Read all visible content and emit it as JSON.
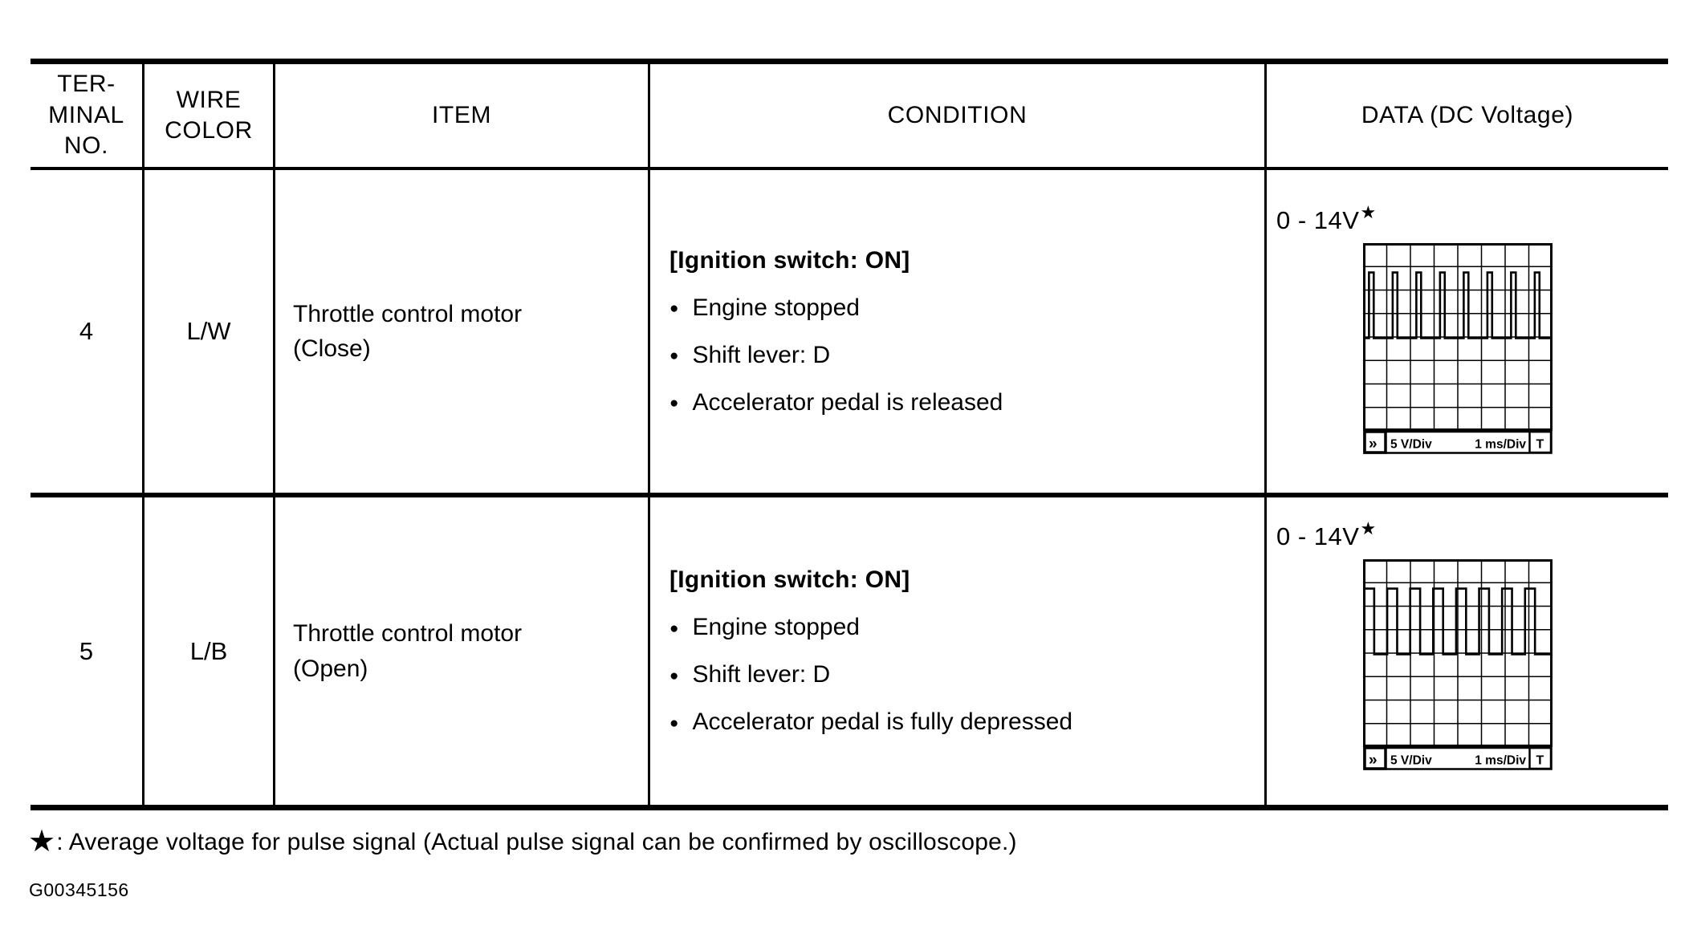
{
  "ink_color": "#000000",
  "ui": {
    "bullet": "●"
  },
  "table": {
    "header": {
      "terminal": "TER-\nMINAL\nNO.",
      "wire": "WIRE\nCOLOR",
      "item": "ITEM",
      "condition": "CONDITION",
      "data": "DATA (DC Voltage)"
    },
    "rows": [
      {
        "terminal_no": "4",
        "wire_color": "L/W",
        "item": "Throttle control motor\n(Close)",
        "condition_heading": "[Ignition switch: ON]",
        "conditions": [
          "Engine stopped",
          "Shift lever: D",
          "Accelerator pedal is released"
        ],
        "data_value": "0 - 14V",
        "data_star": "★",
        "scope": {
          "v_per_div": "5 V/Div",
          "time_per_div": "1 ms/Div",
          "left_marker": "»",
          "trigger_label": "T",
          "grid_cols": 8,
          "grid_rows": 8,
          "pulse_top_div": 1.25,
          "baseline_div": 4.05,
          "pulse_period_div": 1.0,
          "pulse_width_div": 0.2,
          "first_pulse_div": 0.25,
          "pulse_count": 8
        }
      },
      {
        "terminal_no": "5",
        "wire_color": "L/B",
        "item": "Throttle control motor\n(Open)",
        "condition_heading": "[Ignition switch: ON]",
        "conditions": [
          "Engine stopped",
          "Shift lever: D",
          "Accelerator pedal is fully depressed"
        ],
        "data_value": "0 - 14V",
        "data_star": "★",
        "scope": {
          "v_per_div": "5 V/Div",
          "time_per_div": "1 ms/Div",
          "left_marker": "»",
          "trigger_label": "T",
          "grid_cols": 8,
          "grid_rows": 8,
          "pulse_top_div": 1.25,
          "baseline_div": 4.05,
          "pulse_period_div": 0.97,
          "pulse_width_div": 0.42,
          "first_pulse_div": 0.05,
          "pulse_count": 8
        }
      }
    ]
  },
  "footnote": {
    "star": "★",
    "text": ": Average voltage for pulse signal (Actual pulse signal can be confirmed by oscilloscope.)"
  },
  "figure_id": "G00345156"
}
